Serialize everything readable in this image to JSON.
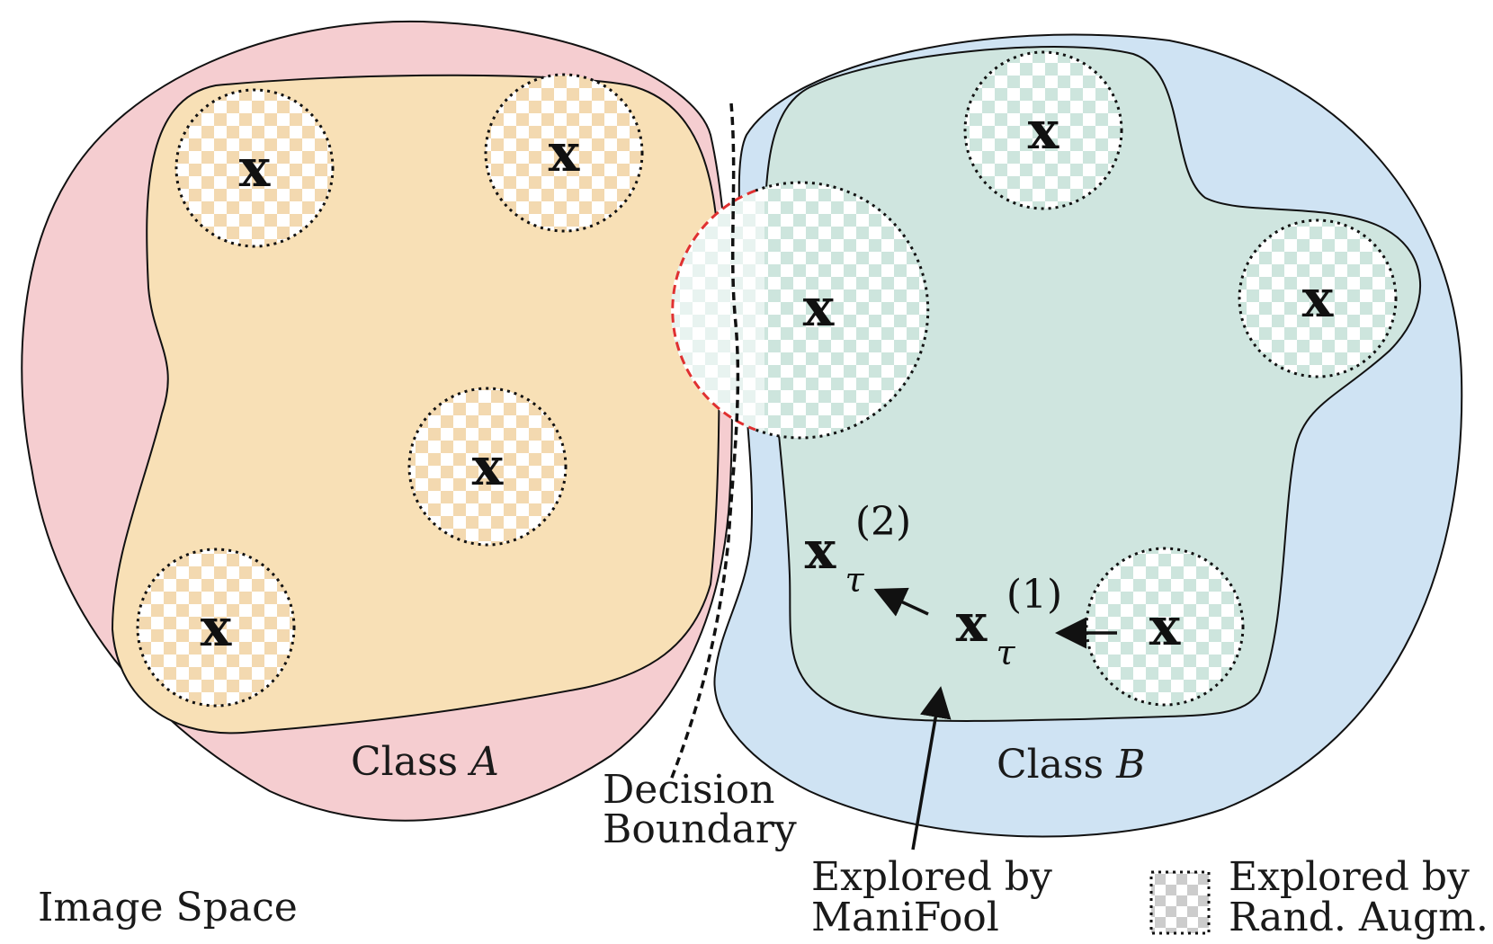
{
  "labels": {
    "class_a_prefix": "Class ",
    "class_a_var": "A",
    "class_b_prefix": "Class ",
    "class_b_var": "B",
    "decision_line1": "Decision",
    "decision_line2": "Boundary",
    "explored_manifool_line1": "Explored by",
    "explored_manifool_line2": "ManiFool",
    "explored_rand_line1": "Explored by",
    "explored_rand_line2": "Rand. Augm.",
    "image_space": "Image Space"
  },
  "samples": {
    "symbol": "x",
    "tau_symbol": "τ",
    "tau2_superscript": "(2)",
    "tau1_superscript": "(1)"
  },
  "colors": {
    "class_a_outer": "#f5cdd0",
    "class_a_inner": "#f8e0b6",
    "class_b_outer": "#cfe3f3",
    "class_b_inner": "#cfe5df",
    "checker_a": "#f3d9b0",
    "checker_b": "#cde5dd",
    "checker_legend": "#cccccc",
    "red_dashed": "#e03030",
    "stroke": "#111111"
  }
}
